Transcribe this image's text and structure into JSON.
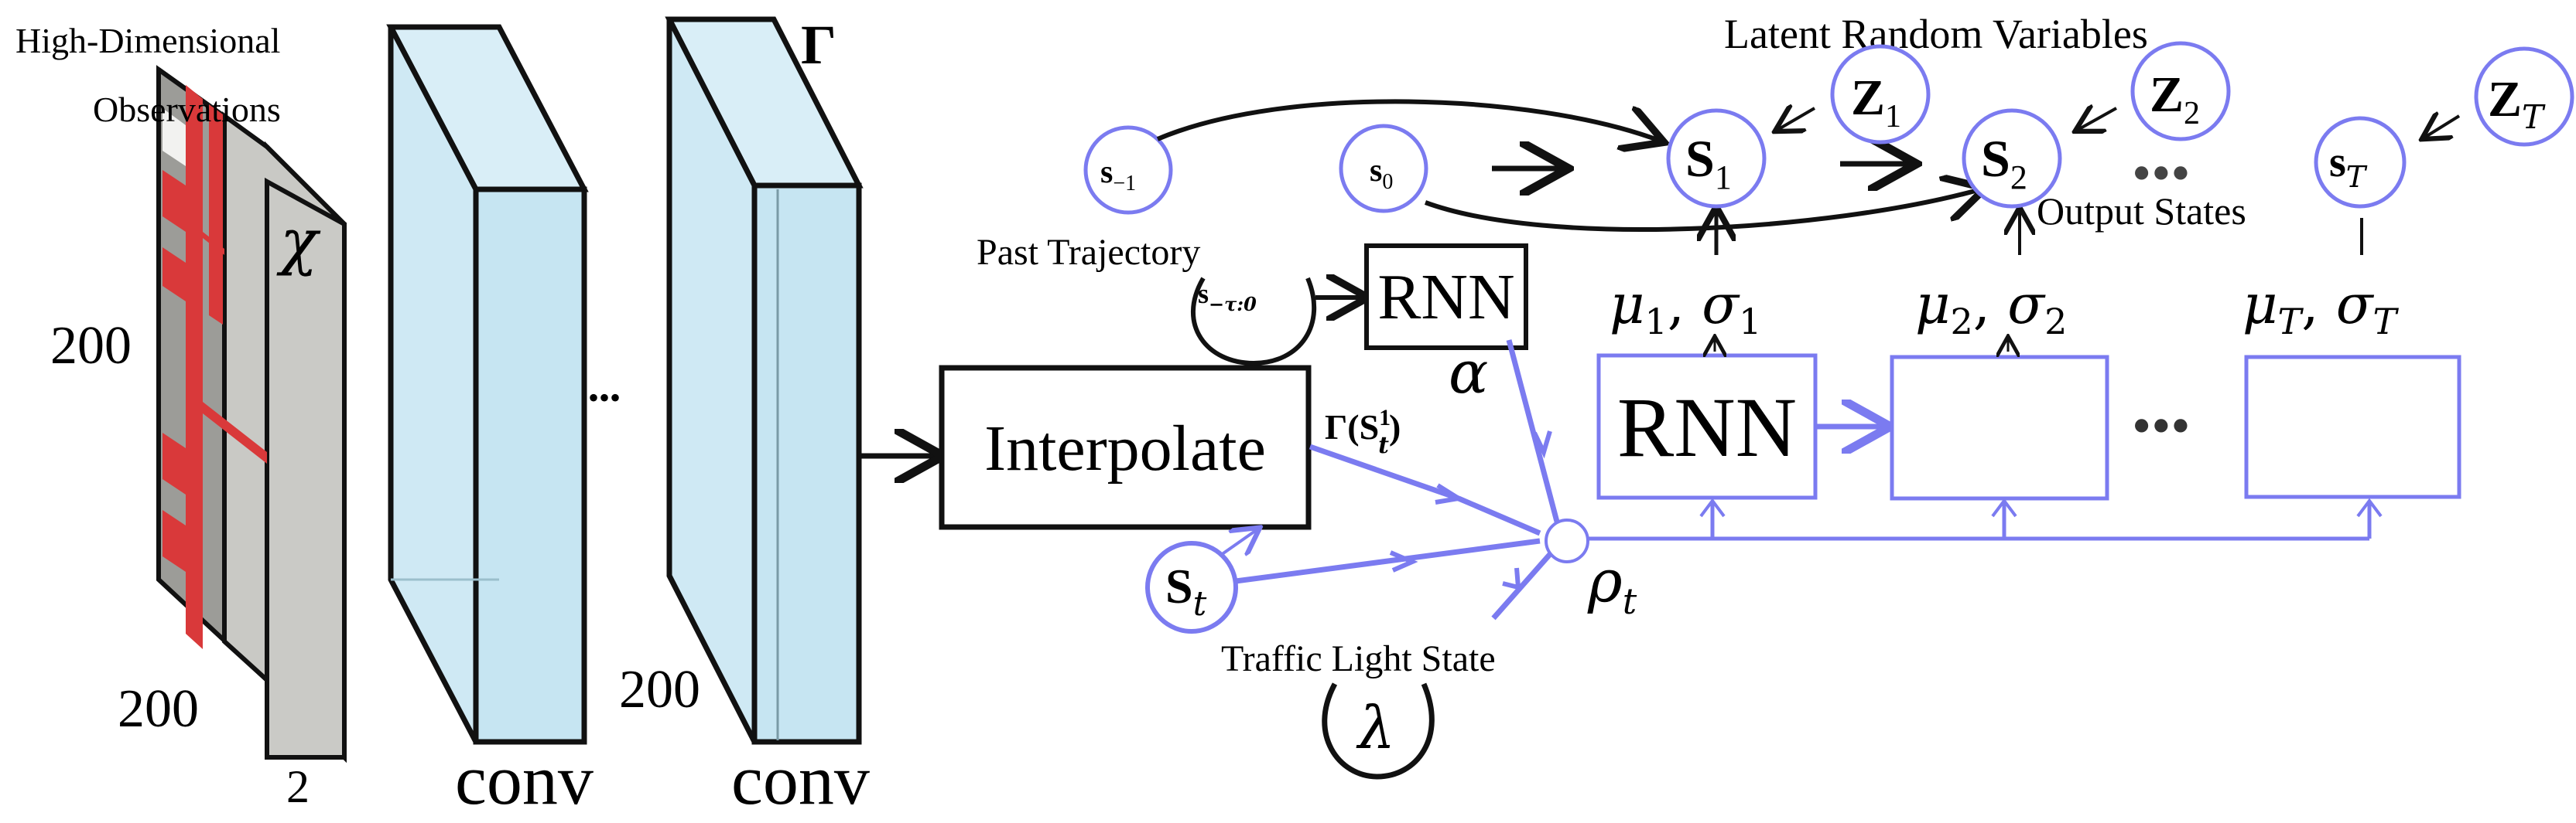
{
  "colors": {
    "ink": "#111111",
    "accent": "#7b7bf0",
    "conv_fill": "#cfe9f4",
    "conv_side": "#bfe0ee",
    "input_gray": "#c9c9c5",
    "input_dark": "#8a8a86",
    "map_red": "#d9393a"
  },
  "input": {
    "title_line1": "High-Dimensional",
    "title_line2": "Observations",
    "symbol": "χ",
    "height_label": "200",
    "width_label": "200",
    "depth_label": "2"
  },
  "encoder": {
    "conv1_label": "conv",
    "conv2_label": "conv",
    "ellipsis": "•••",
    "feature_symbol": "Γ",
    "feature_size_label": "200"
  },
  "interpolate": {
    "label": "Interpolate",
    "output_label_main": "Γ(S",
    "output_label_sup": "1",
    "output_label_sub": "t",
    "output_label_close": ")"
  },
  "history": {
    "caption": "Past Trajectory",
    "node_label": "s",
    "node_sub": "−τ:0",
    "rnn_label": "RNN",
    "alpha": "α"
  },
  "current_state": {
    "label": "S",
    "sub": "t"
  },
  "traffic": {
    "caption": "Traffic Light State",
    "symbol": "λ"
  },
  "merge": {
    "rho": "ρ",
    "rho_sub": "t"
  },
  "past_states": {
    "s_minus1": "s",
    "s_minus1_sub": "−1",
    "s0": "s",
    "s0_sub": "0"
  },
  "latent": {
    "caption": "Latent Random Variables",
    "z1": "Z",
    "z1_sub": "1",
    "z2": "Z",
    "z2_sub": "2",
    "zT": "Z",
    "zT_sub": "T"
  },
  "outputs": {
    "caption": "Output States",
    "s1": "S",
    "s1_sub": "1",
    "s2": "S",
    "s2_sub": "2",
    "sT": "s",
    "sT_sub": "T",
    "dots": "•••"
  },
  "decoder": {
    "rnn_label": "RNN",
    "dots": "•••",
    "params1_mu": "μ",
    "params1_sub": "1",
    "params1_sigma": "σ",
    "params1_sigma_sub": "1",
    "params2_mu": "μ",
    "params2_sub": "2",
    "params2_sigma": "σ",
    "params2_sigma_sub": "2",
    "paramsT_mu": "μ",
    "paramsT_sub": "T",
    "paramsT_sigma": "σ",
    "paramsT_sigma_sub": "T"
  }
}
